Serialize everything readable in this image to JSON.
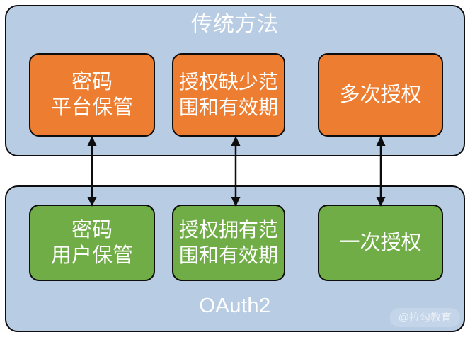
{
  "diagram": {
    "title_top": "传统方法",
    "title_bottom": "OAuth2",
    "colors": {
      "group_fill": "#b8cce4",
      "group_border": "#0d0d0d",
      "traditional_box": "#ed7d31",
      "oauth2_box": "#70ad47",
      "box_text": "#ffffff",
      "arrow": "#0d0d0d",
      "background": "#ffffff"
    },
    "groups": [
      {
        "name": "traditional",
        "label": "传统方法",
        "boxes": [
          {
            "id": "pwd-platform",
            "label": "密码\n平台保管"
          },
          {
            "id": "scope-missing",
            "label": "授权缺少范\n围和有效期"
          },
          {
            "id": "multi-auth",
            "label": "多次授权"
          }
        ]
      },
      {
        "name": "oauth2",
        "label": "OAuth2",
        "boxes": [
          {
            "id": "pwd-user",
            "label": "密码\n用户保管"
          },
          {
            "id": "scope-present",
            "label": "授权拥有范\n围和有效期"
          },
          {
            "id": "single-auth",
            "label": "一次授权"
          }
        ]
      }
    ],
    "connectors": [
      {
        "id": "connector-1",
        "from": "pwd-platform",
        "to": "pwd-user",
        "style": "double-arrow"
      },
      {
        "id": "connector-2",
        "from": "scope-missing",
        "to": "scope-present",
        "style": "double-arrow"
      },
      {
        "id": "connector-3",
        "from": "multi-auth",
        "to": "single-auth",
        "style": "double-arrow"
      }
    ],
    "watermark": "@拉勾教育"
  }
}
